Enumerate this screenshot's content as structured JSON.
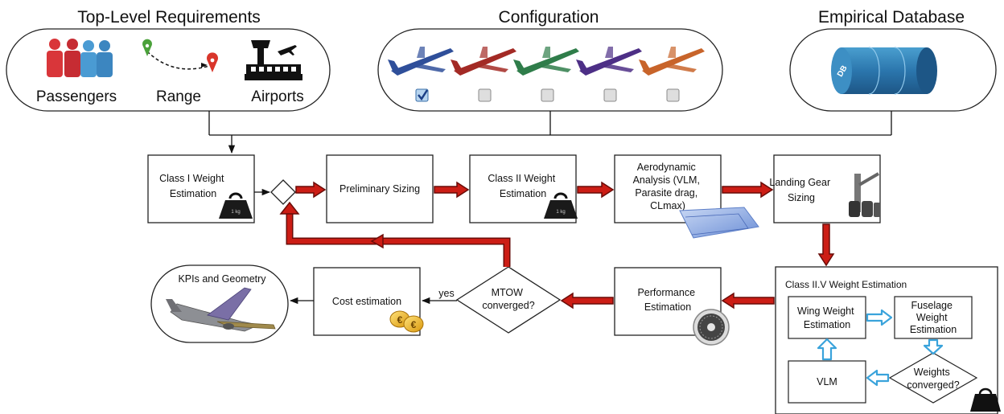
{
  "inputs": {
    "requirements": {
      "title": "Top-Level Requirements",
      "items": [
        "Passengers",
        "Range",
        "Airports"
      ]
    },
    "configuration": {
      "title": "Configuration",
      "options": [
        {
          "color": "#2f4f9a",
          "checked": true
        },
        {
          "color": "#a32a25",
          "checked": false
        },
        {
          "color": "#2f7d4a",
          "checked": false
        },
        {
          "color": "#4d2f86",
          "checked": false
        },
        {
          "color": "#c8642a",
          "checked": false
        }
      ]
    },
    "database": {
      "title": "Empirical Database",
      "label": "DB"
    }
  },
  "steps": {
    "class1": {
      "lines": [
        "Class I Weight",
        "Estimation"
      ]
    },
    "prelim": {
      "lines": [
        "Preliminary Sizing"
      ]
    },
    "class2": {
      "lines": [
        "Class II Weight",
        "Estimation"
      ]
    },
    "aero": {
      "lines": [
        "Aerodynamic",
        "Analysis (VLM,",
        "Parasite drag,",
        "CLmax)"
      ]
    },
    "landing": {
      "lines": [
        "Landing Gear",
        "Sizing"
      ]
    },
    "class25": {
      "title": "Class II.V Weight Estimation",
      "wing": {
        "lines": [
          "Wing Weight",
          "Estimation"
        ]
      },
      "fuselage": {
        "lines": [
          "Fuselage",
          "Weight",
          "Estimation"
        ]
      },
      "weights_converged": {
        "lines": [
          "Weights",
          "converged?"
        ]
      },
      "vlm": {
        "lines": [
          "VLM"
        ]
      }
    },
    "performance": {
      "lines": [
        "Performance",
        "Estimation"
      ]
    },
    "mtow": {
      "lines": [
        "MTOW",
        "converged?"
      ]
    },
    "cost": {
      "lines": [
        "Cost estimation"
      ]
    },
    "kpi": {
      "lines": [
        "KPIs and Geometry"
      ]
    }
  },
  "labels": {
    "yes": "yes",
    "weight_icon": "1 kg",
    "coin_symbol": "€"
  },
  "colors": {
    "flow_arrow": "#cc1d15",
    "flow_arrow_dark": "#6a0c08",
    "inner_arrow": "#3aa3db",
    "box_border": "#222222"
  }
}
